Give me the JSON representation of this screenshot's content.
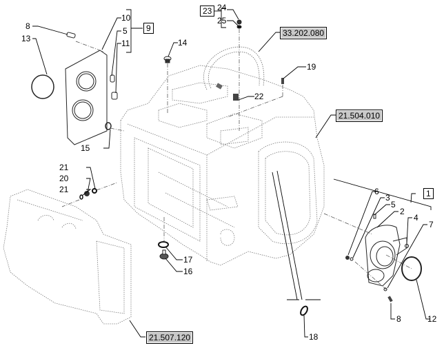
{
  "diagram": {
    "type": "exploded-parts-view",
    "subject": "transmission housing assembly",
    "callouts": [
      {
        "id": "c8a",
        "label": "8"
      },
      {
        "id": "c13",
        "label": "13"
      },
      {
        "id": "c10",
        "label": "10"
      },
      {
        "id": "c5a",
        "label": "5"
      },
      {
        "id": "c11",
        "label": "11"
      },
      {
        "id": "c14",
        "label": "14"
      },
      {
        "id": "c24",
        "label": "24"
      },
      {
        "id": "c25",
        "label": "25"
      },
      {
        "id": "c19",
        "label": "19"
      },
      {
        "id": "c22",
        "label": "22"
      },
      {
        "id": "c15",
        "label": "15"
      },
      {
        "id": "c21a",
        "label": "21"
      },
      {
        "id": "c20",
        "label": "20"
      },
      {
        "id": "c21b",
        "label": "21"
      },
      {
        "id": "c17",
        "label": "17"
      },
      {
        "id": "c16",
        "label": "16"
      },
      {
        "id": "c18",
        "label": "18"
      },
      {
        "id": "c6",
        "label": "6"
      },
      {
        "id": "c3",
        "label": "3"
      },
      {
        "id": "c5b",
        "label": "5"
      },
      {
        "id": "c2",
        "label": "2"
      },
      {
        "id": "c4",
        "label": "4"
      },
      {
        "id": "c7",
        "label": "7"
      },
      {
        "id": "c8b",
        "label": "8"
      },
      {
        "id": "c12",
        "label": "12"
      }
    ],
    "group_boxes": [
      {
        "id": "g9",
        "label": "9",
        "members": [
          "10",
          "5",
          "11"
        ]
      },
      {
        "id": "g23",
        "label": "23",
        "members": [
          "24",
          "25"
        ]
      },
      {
        "id": "g1",
        "label": "1",
        "members": [
          "6",
          "3",
          "5",
          "2",
          "4",
          "7"
        ]
      }
    ],
    "references": [
      {
        "id": "r1",
        "label": "33.202.080"
      },
      {
        "id": "r2",
        "label": "21.504.010"
      },
      {
        "id": "r3",
        "label": "21.507.120"
      }
    ]
  }
}
